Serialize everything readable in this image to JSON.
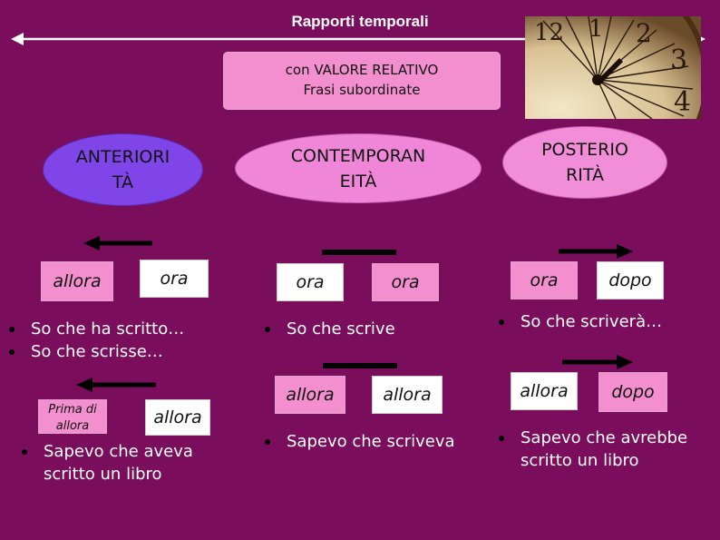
{
  "title": "Rapporti temporali",
  "subordinate_box": {
    "line1": "con VALORE RELATIVO",
    "line2": "Frasi subordinate"
  },
  "clock_image": {
    "numbers": [
      "12",
      "1",
      "2",
      "3",
      "4"
    ]
  },
  "categories": [
    {
      "label_line1": "ANTERIORI",
      "label_line2": "TÀ"
    },
    {
      "label_line1": "CONTEMPORAN",
      "label_line2": "EITÀ"
    },
    {
      "label_line1": "POSTERIO",
      "label_line2": "RITÀ"
    }
  ],
  "anteriority": {
    "box_left": "allora",
    "box_right": "ora",
    "bullets": [
      "So che ha scritto…",
      "So che scrisse…"
    ],
    "box2_left": "Prima di allora",
    "box2_right": "allora",
    "bullet2": "Sapevo che aveva scritto un libro"
  },
  "contemporaneity": {
    "box_left": "ora",
    "box_right": "ora",
    "bullet": "So che scrive",
    "box2_left": "allora",
    "box2_right": "allora",
    "bullet2": "Sapevo che scriveva"
  },
  "posteriority": {
    "box_left": "ora",
    "box_right": "dopo",
    "bullet": "So che scriverà…",
    "box2_left": "allora",
    "box2_right": "dopo",
    "bullet2": "Sapevo che avrebbe scritto un libro"
  },
  "colors": {
    "background": "#7a0e5c",
    "violet": "#7f45e9",
    "pink": "#f48fcf"
  }
}
